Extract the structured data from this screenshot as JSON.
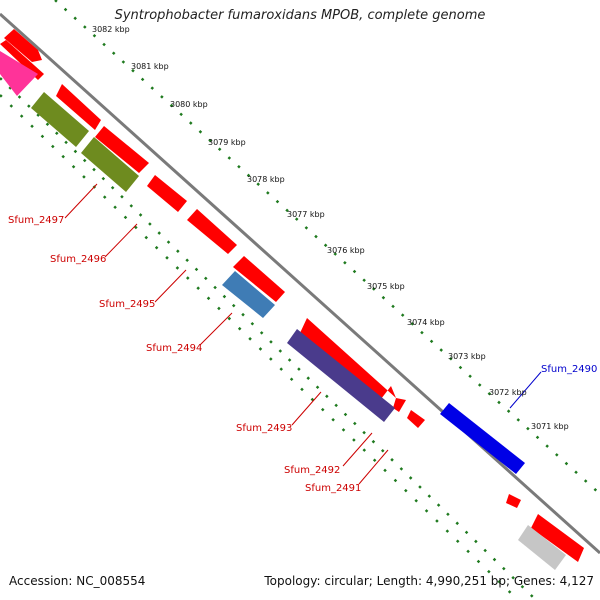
{
  "title": "Syntrophobacter fumaroxidans MPOB, complete genome",
  "footer": {
    "accession": "Accession: NC_008554",
    "summary": "Topology: circular; Length: 4,990,251 bp; Genes: 4,127"
  },
  "colors": {
    "backbone": "#7a7a7a",
    "tick": "#1f7a1f",
    "forward_gene": "#ff0000",
    "label_red": "#cc0000",
    "label_blue": "#0000cc"
  },
  "scale_labels": [
    "3082 kbp",
    "3081 kbp",
    "3080 kbp",
    "3079 kbp",
    "3078 kbp",
    "3077 kbp",
    "3076 kbp",
    "3075 kbp",
    "3074 kbp",
    "3073 kbp",
    "3072 kbp",
    "3071 kbp"
  ],
  "gene_labels": [
    {
      "text": "Sfum_2497",
      "color": "label_red"
    },
    {
      "text": "Sfum_2496",
      "color": "label_red"
    },
    {
      "text": "Sfum_2495",
      "color": "label_red"
    },
    {
      "text": "Sfum_2494",
      "color": "label_red"
    },
    {
      "text": "Sfum_2493",
      "color": "label_red"
    },
    {
      "text": "Sfum_2492",
      "color": "label_red"
    },
    {
      "text": "Sfum_2491",
      "color": "label_red"
    },
    {
      "text": "Sfum_2490",
      "color": "label_blue"
    }
  ]
}
